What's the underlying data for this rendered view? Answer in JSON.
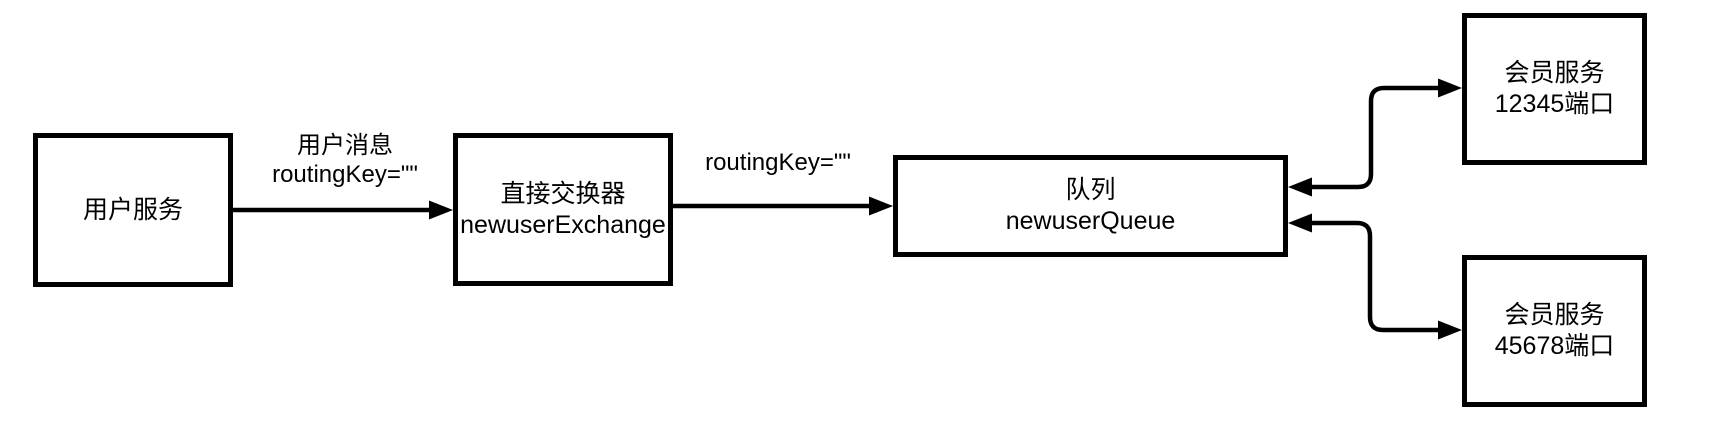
{
  "diagram": {
    "nodes": {
      "user_service": {
        "label": "用户服务"
      },
      "exchange": {
        "line1": "直接交换器",
        "line2": "newuserExchange"
      },
      "queue": {
        "line1": "队列",
        "line2": "newuserQueue"
      },
      "member_service_1": {
        "line1": "会员服务",
        "line2": "12345端口"
      },
      "member_service_2": {
        "line1": "会员服务",
        "line2": "45678端口"
      }
    },
    "edges": {
      "user_to_exchange": {
        "label_line1": "用户消息",
        "label_line2": "routingKey=\"\""
      },
      "exchange_to_queue": {
        "label": "routingKey=\"\""
      },
      "queue_to_member_1": {
        "label": ""
      },
      "queue_to_member_2": {
        "label": ""
      }
    },
    "colors": {
      "stroke": "#000000",
      "background": "#ffffff",
      "text": "#000000"
    }
  }
}
